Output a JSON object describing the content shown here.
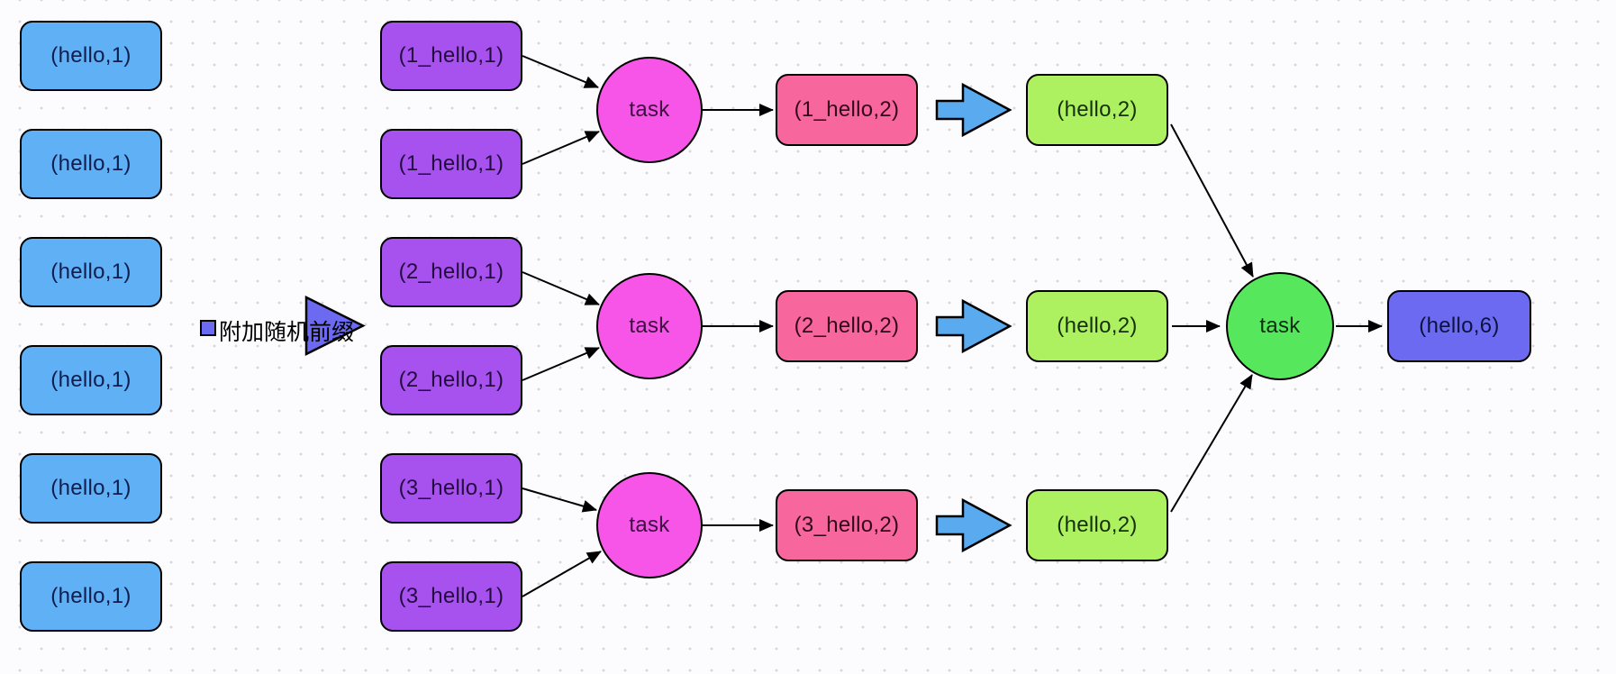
{
  "diagram": {
    "title_hint": "word-count shuffle with random prefix (skew mitigation) flow",
    "input_boxes": [
      "(hello,1)",
      "(hello,1)",
      "(hello,1)",
      "(hello,1)",
      "(hello,1)",
      "(hello,1)"
    ],
    "prefix_note": {
      "label": "附加随机前缀"
    },
    "prefixed_boxes": [
      "(1_hello,1)",
      "(1_hello,1)",
      "(2_hello,1)",
      "(2_hello,1)",
      "(3_hello,1)",
      "(3_hello,1)"
    ],
    "map_task_label": "task",
    "partial_result_boxes": [
      "(1_hello,2)",
      "(2_hello,2)",
      "(3_hello,2)"
    ],
    "deprefixed_boxes": [
      "(hello,2)",
      "(hello,2)",
      "(hello,2)"
    ],
    "reduce_task_label": "task",
    "final_result_box": "(hello,6)",
    "colors": {
      "input_box_fill": "#5fb0f5",
      "prefixed_box_fill": "#a751ef",
      "map_task_fill": "#f655e8",
      "partial_result_fill": "#f7679e",
      "block_arrow_fill": "#5aaaf0",
      "deprefixed_fill": "#aef160",
      "reduce_task_fill": "#57e75c",
      "final_result_fill": "#6b6af0",
      "prefix_marker_fill": "#6b6af0",
      "connector_stroke": "#000000"
    }
  }
}
